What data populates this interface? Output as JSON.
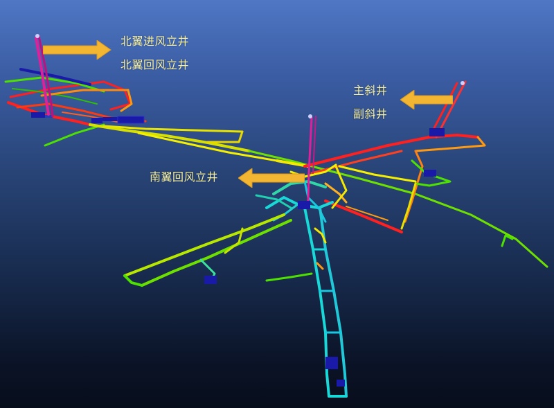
{
  "labels": {
    "north_intake_shaft": "北翼进风立井",
    "north_return_shaft": "北翼回风立井",
    "main_incline_shaft": "主斜井",
    "auxiliary_incline_shaft": "副斜井",
    "south_return_shaft": "南翼回风立井"
  },
  "colors": {
    "background_top": "#4f77c4",
    "background_bottom": "#070d1b",
    "label_text": "#f6f0a2",
    "arrow_fill": "#f2b632",
    "tunnel_red": "#ff2020",
    "tunnel_orange": "#ff9a10",
    "tunnel_yellow": "#f4f000",
    "tunnel_green": "#4de000",
    "tunnel_cyan": "#18d8d8",
    "equipment_blue": "#1a1aa8",
    "shaft_magenta": "#e0209a"
  }
}
